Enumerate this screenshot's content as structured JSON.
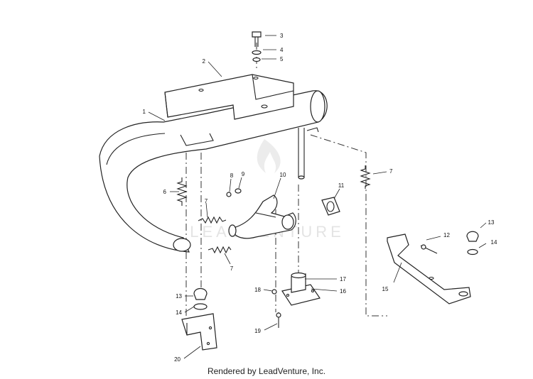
{
  "diagram": {
    "callouts": [
      "1",
      "2",
      "3",
      "4",
      "5",
      "6",
      "7",
      "7",
      "7",
      "8",
      "9",
      "10",
      "11",
      "12",
      "13",
      "14",
      "15",
      "16",
      "17",
      "18",
      "19",
      "20",
      "13",
      "14"
    ]
  },
  "watermark": {
    "text": "LEADVENTURE"
  },
  "footer": {
    "text": "Rendered by LeadVenture, Inc."
  }
}
